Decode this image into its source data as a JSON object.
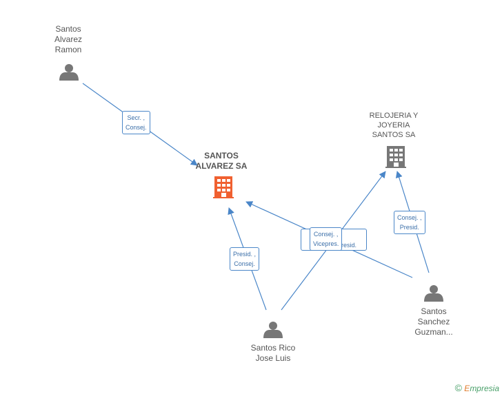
{
  "nodes": {
    "p1": {
      "lines": [
        "Santos",
        "Alvarez",
        "Ramon"
      ]
    },
    "c_main": {
      "lines": [
        "SANTOS",
        "ALVAREZ SA"
      ]
    },
    "c_rel": {
      "lines": [
        "RELOJERIA Y",
        "JOYERIA",
        "SANTOS SA"
      ]
    },
    "p_rico": {
      "lines": [
        "Santos Rico",
        "Jose Luis"
      ]
    },
    "p_sanchez": {
      "lines": [
        "Santos",
        "Sanchez",
        "Guzman..."
      ]
    }
  },
  "edges": {
    "e1": {
      "lines": [
        "Secr. ,",
        "Consej."
      ]
    },
    "e2": {
      "lines": [
        "Presid. ,",
        "Consej."
      ]
    },
    "e3_back": {
      "text": "Consej. , Presid."
    },
    "e4": {
      "lines": [
        "Consej. ,",
        "Vicepres."
      ]
    },
    "e5": {
      "lines": [
        "Consej. ,",
        "Presid."
      ]
    }
  },
  "colors": {
    "person_icon": "#777777",
    "main_company_icon": "#f06030",
    "other_company_icon": "#777777",
    "edge_line": "#4a86c8",
    "brand": "#4aa06a"
  },
  "icons": {
    "person": "person-icon",
    "company": "building-icon"
  },
  "brand": {
    "symbol": "©",
    "first": "E",
    "rest": "mpresia"
  }
}
